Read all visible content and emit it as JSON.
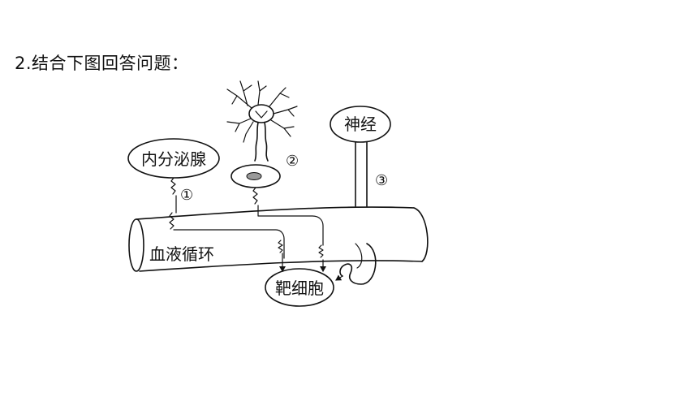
{
  "question": "2.结合下图回答问题：",
  "labels": {
    "endocrine_gland": "内分泌腺",
    "nerve": "神经",
    "blood_circulation": "血液循环",
    "target_cell": "靶细胞",
    "path1": "①",
    "path2": "②",
    "path3": "③"
  }
}
